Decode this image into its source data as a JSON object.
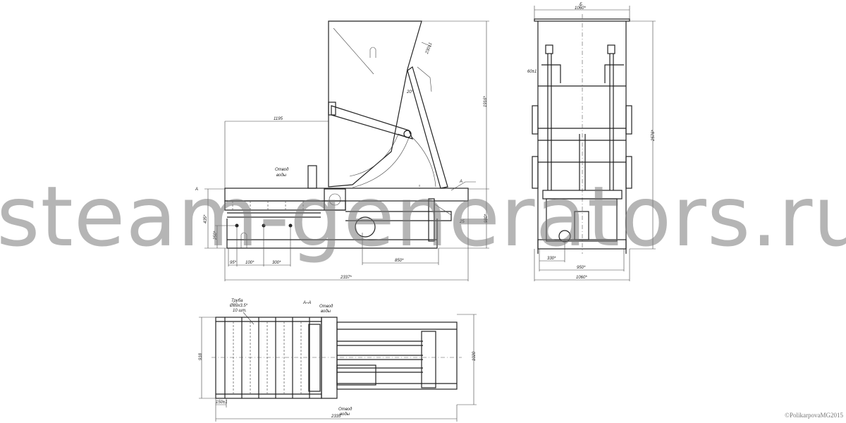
{
  "side_view": {
    "dims": {
      "top_length": "1195",
      "total_length": "2337*",
      "d95": "95*",
      "d100": "100*",
      "d300": "300*",
      "d850": "850*",
      "h435": "435*",
      "h250": "250*",
      "h980": "980*",
      "h1916": "1916*",
      "d230": "230±1",
      "angle": "20°",
      "d25": "25"
    },
    "note_line1": "Отвод",
    "note_line2": "воды",
    "section_mark": "A"
  },
  "front_view": {
    "dims": {
      "top_width": "1060*",
      "b_mark": "Б",
      "d60": "60±1",
      "height": "2576*",
      "d330": "330*",
      "d950": "950*",
      "bottom_width": "1060*"
    }
  },
  "plan_view": {
    "section_label": "A–A",
    "pipe_line1": "Труба",
    "pipe_line2": "Ø89х3.5*",
    "pipe_line3": "10 шт.",
    "outlet_top_line1": "Отвод",
    "outlet_top_line2": "воды",
    "outlet_bottom_line1": "Отвод",
    "outlet_bottom_line2": "воды",
    "dims": {
      "length": "2335",
      "width_left": "918",
      "width_right": "1020",
      "d150": "150±1"
    }
  },
  "watermark": "steam-generators.ru",
  "copyright": "©PolikarpovaMG2015"
}
